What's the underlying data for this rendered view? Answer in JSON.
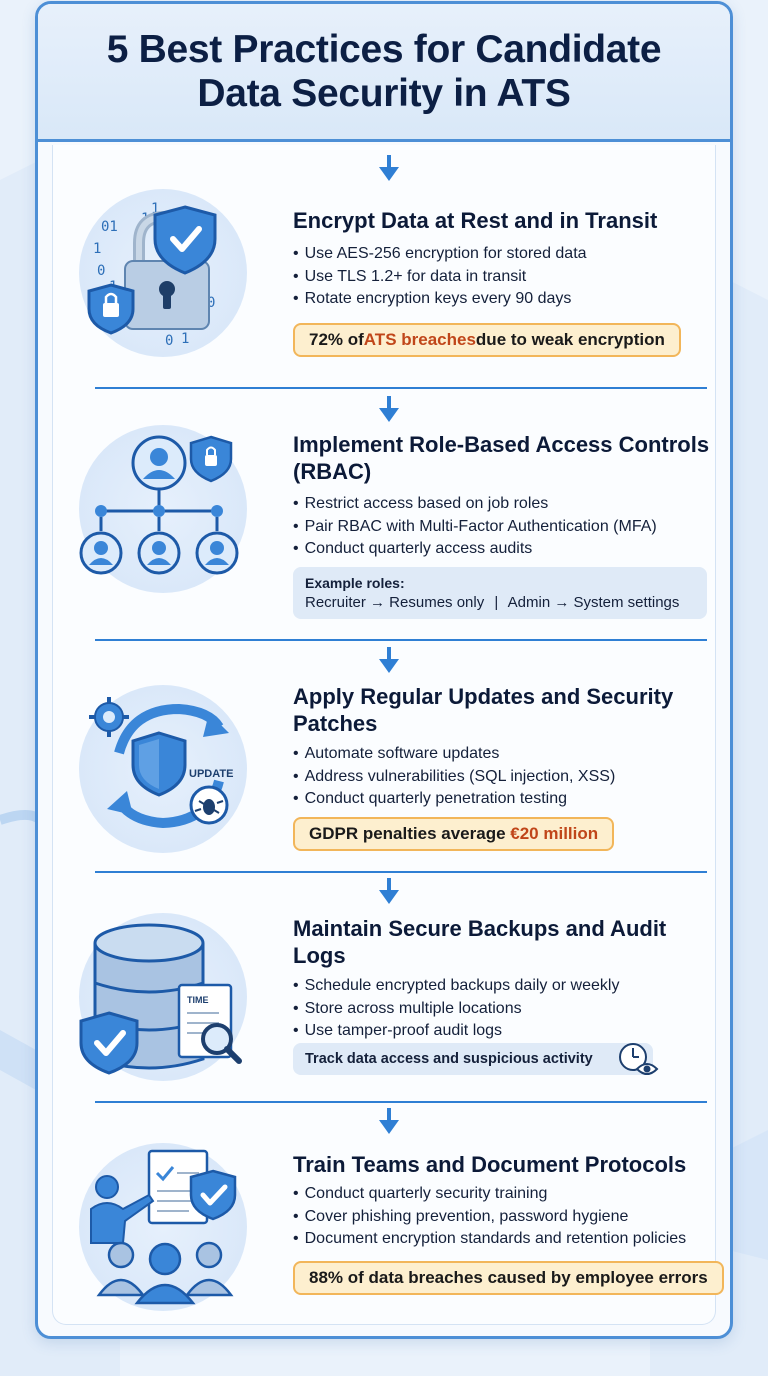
{
  "title": "5 Best Practices for Candidate Data Security in ATS",
  "colors": {
    "accent": "#2f7fd4",
    "border": "#4d8fd6",
    "highlight": "#c0461a",
    "stat_bg": "#fdefcf",
    "stat_border": "#f2b65a"
  },
  "sections": [
    {
      "title": "Encrypt Data at Rest and in Transit",
      "icon": "padlock-shield-icon",
      "bullets": [
        "Use AES-256 encryption for stored data",
        "Use TLS 1.2+ for data in transit",
        "Rotate encryption keys every 90 days"
      ],
      "stat": {
        "pre": "72% of ",
        "highlight": "ATS breaches",
        "post": " due to weak encryption"
      }
    },
    {
      "title": "Implement Role-Based Access Controls (RBAC)",
      "icon": "org-chart-users-icon",
      "bullets": [
        "Restrict access based on job roles",
        "Pair RBAC with Multi-Factor Authentication (MFA)",
        "Conduct quarterly access audits"
      ],
      "note": {
        "heading": "Example roles:",
        "role1": "Recruiter → Resumes only",
        "separator": "|",
        "role2": "Admin → System settings"
      }
    },
    {
      "title": "Apply Regular Updates and Security Patches",
      "icon": "update-cycle-shield-icon",
      "icon_label": "UPDATE",
      "bullets": [
        "Automate software updates",
        "Address vulnerabilities (SQL injection, XSS)",
        "Conduct quarterly penetration testing"
      ],
      "stat": {
        "pre": "GDPR penalties average ",
        "highlight": "€20 million",
        "post": ""
      }
    },
    {
      "title": "Maintain Secure Backups and Audit Logs",
      "icon": "database-backup-icon",
      "icon_label": "TIME",
      "bullets": [
        "Schedule encrypted backups daily or weekly",
        "Store across multiple locations",
        "Use tamper-proof audit logs"
      ],
      "note": {
        "text": "Track data access and suspicious activity"
      }
    },
    {
      "title": "Train Teams and Document Protocols",
      "icon": "team-training-icon",
      "bullets": [
        "Conduct quarterly security training",
        "Cover phishing prevention, password hygiene",
        "Document encryption standards and retention policies"
      ],
      "stat": {
        "pre": "88% of data breaches caused by employee errors",
        "highlight": "",
        "post": ""
      }
    }
  ]
}
